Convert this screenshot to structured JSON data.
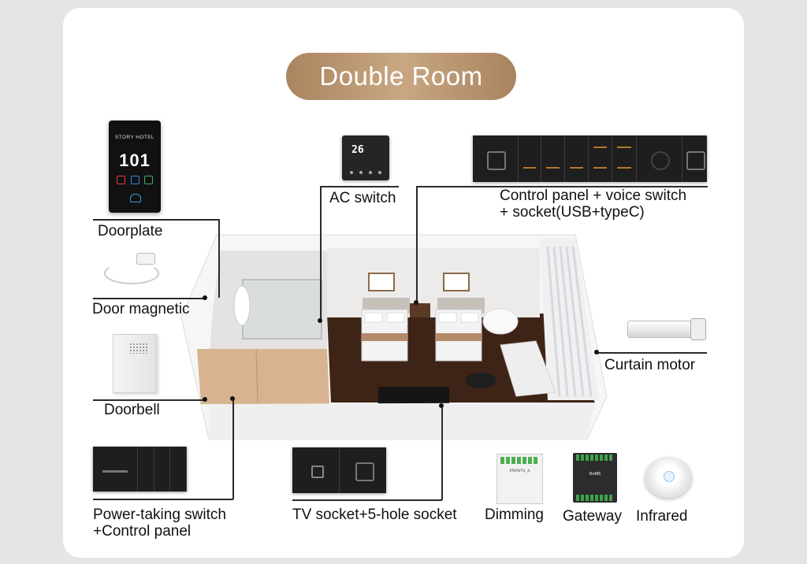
{
  "title": "Double Room",
  "labels": {
    "doorplate": "Doorplate",
    "door_magnetic": "Door magnetic",
    "doorbell": "Doorbell",
    "power_line1": "Power-taking switch",
    "power_line2": "+Control panel",
    "ac_switch": "AC switch",
    "control_line1": "Control panel + voice switch",
    "control_line2": "+ socket(USB+typeC)",
    "curtain_motor": "Curtain motor",
    "tv_socket": "TV socket+5-hole socket",
    "dimming": "Dimming",
    "gateway": "Gateway",
    "infrared": "Infrared"
  },
  "device_text": {
    "doorplate_brand": "STORY HOTEL",
    "doorplate_number": "101",
    "ac_display": "26",
    "dimming_model": "PWM70_A",
    "gateway_model": "Rs485"
  },
  "colors": {
    "title_pill": "#b8916b",
    "panel_dark": "#1e1e1e",
    "accent_gold": "#b8742f",
    "floor_wood": "#3e2417"
  }
}
